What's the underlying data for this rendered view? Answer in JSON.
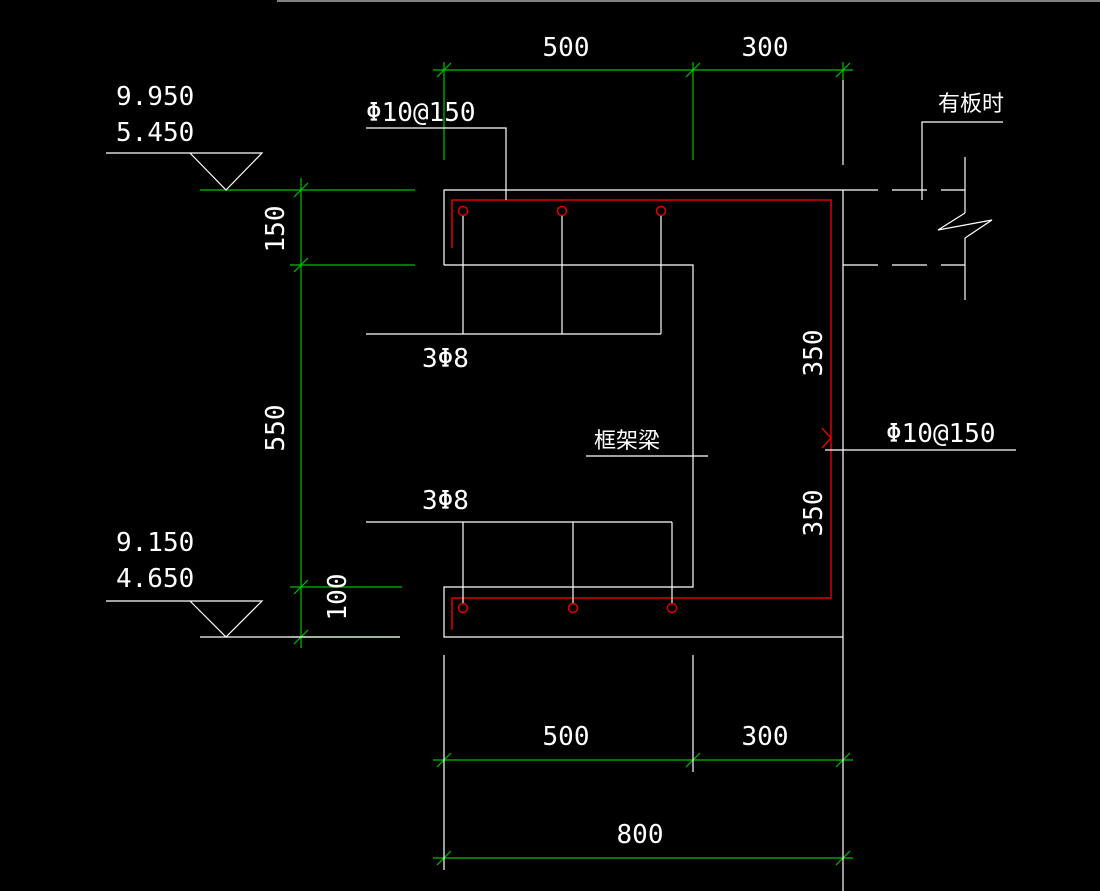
{
  "colors": {
    "background": "#000000",
    "outline": "#ffffff",
    "dimension": "#00c000",
    "rebar": "#e00000",
    "text": "#ffffff"
  },
  "dimensions": {
    "top_500": "500",
    "top_300": "300",
    "bottom_500": "500",
    "bottom_300": "300",
    "bottom_800": "800",
    "left_150": "150",
    "left_550": "550",
    "left_100": "100",
    "right_350_top": "350",
    "right_350_bottom": "350"
  },
  "elevations": {
    "upper_a": "9.950",
    "upper_b": "5.450",
    "lower_a": "9.150",
    "lower_b": "4.650"
  },
  "labels": {
    "stirrup_top": "Φ10@150",
    "stirrup_right": "Φ10@150",
    "bars_top": "3Φ8",
    "bars_bottom": "3Φ8",
    "frame_beam": "框架梁",
    "with_slab": "有板时"
  }
}
